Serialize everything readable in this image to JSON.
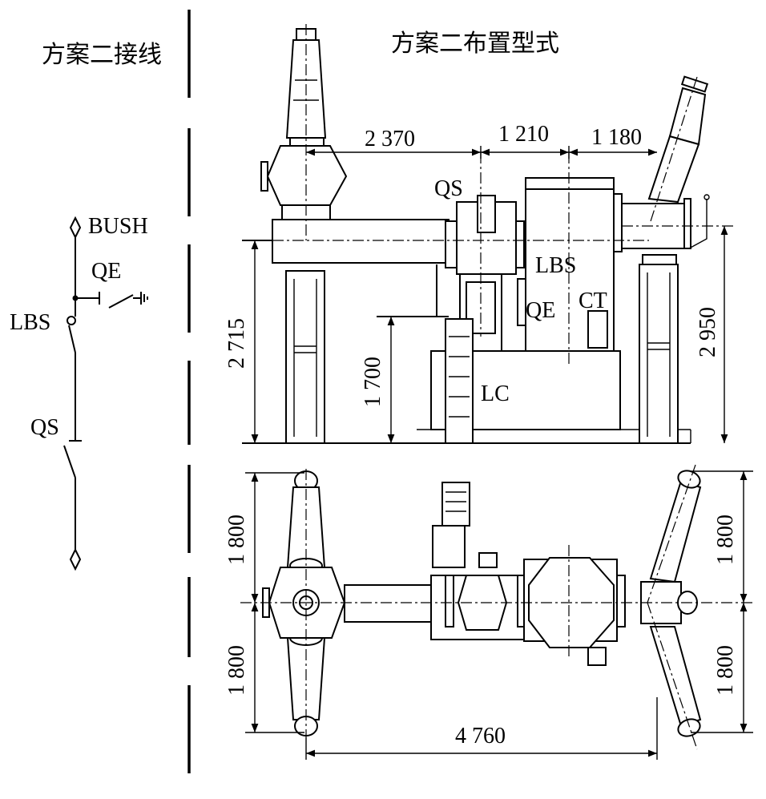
{
  "titles": {
    "left": "方案二接线",
    "right": "方案二布置型式"
  },
  "schematic": {
    "bush": "BUSH",
    "qe": "QE",
    "lbs": "LBS",
    "qs": "QS"
  },
  "elevation": {
    "qs": "QS",
    "lbs": "LBS",
    "qe": "QE",
    "ct": "CT",
    "lc": "LC",
    "dim_2370": "2 370",
    "dim_1210": "1 210",
    "dim_1180": "1 180",
    "dim_2715": "2 715",
    "dim_1700": "1 700",
    "dim_2950": "2 950"
  },
  "plan": {
    "dim_1800_left_top": "1 800",
    "dim_1800_left_bottom": "1 800",
    "dim_1800_right_top": "1 800",
    "dim_1800_right_bottom": "1 800",
    "dim_4760": "4 760"
  }
}
